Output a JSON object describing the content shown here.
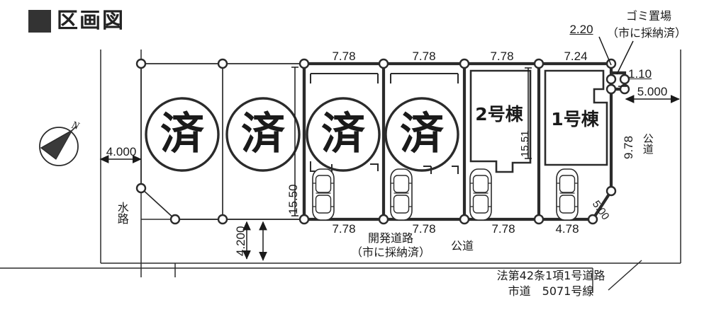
{
  "title": {
    "marker": "■",
    "text": "区画図"
  },
  "compass": {
    "north_label": "N",
    "name": "north-arrow"
  },
  "site_labels": {
    "waterway": "水路",
    "development_road": "開発道路",
    "development_road_note": "（市に採納済）",
    "public_road_bottom": "公道",
    "public_road_right": "公道",
    "garbage_station": "ゴミ置場",
    "garbage_station_note": "（市に採納済）",
    "road_legal_line1": "法第42条1項1号道路",
    "road_legal_line2": "市道　5071号線"
  },
  "lots": [
    {
      "id": "lot-1",
      "status_mark": "済",
      "sold": true,
      "has_building": false,
      "has_car": false,
      "building_label": ""
    },
    {
      "id": "lot-2",
      "status_mark": "済",
      "sold": true,
      "has_building": false,
      "has_car": false,
      "building_label": ""
    },
    {
      "id": "lot-3",
      "status_mark": "済",
      "sold": true,
      "has_building": true,
      "has_car": true,
      "building_label": ""
    },
    {
      "id": "lot-4",
      "status_mark": "済",
      "sold": true,
      "has_building": true,
      "has_car": true,
      "building_label": ""
    },
    {
      "id": "lot-5",
      "status_mark": "",
      "sold": false,
      "has_building": true,
      "has_car": true,
      "building_label": "2号棟"
    },
    {
      "id": "lot-6",
      "status_mark": "",
      "sold": false,
      "has_building": true,
      "has_car": true,
      "building_label": "1号棟"
    }
  ],
  "dimensions": {
    "top": [
      "7.78",
      "7.78",
      "7.78",
      "7.24"
    ],
    "bottom": [
      "7.78",
      "7.78",
      "7.78",
      "4.78"
    ],
    "left_width": "4.000",
    "lower_left_height": "4.200",
    "lot_depth_left": "15.50",
    "lot_depth_right": "15.51",
    "right_height": "9.78",
    "right_offset": "5.000",
    "garbage_width": "2.20",
    "garbage_height": "1.10",
    "corner_diagonal": "5.00"
  },
  "colors": {
    "ink": "#1a1a1a",
    "line": "#2b2b2b",
    "paper": "#ffffff",
    "node_fill": "#ffffff"
  }
}
